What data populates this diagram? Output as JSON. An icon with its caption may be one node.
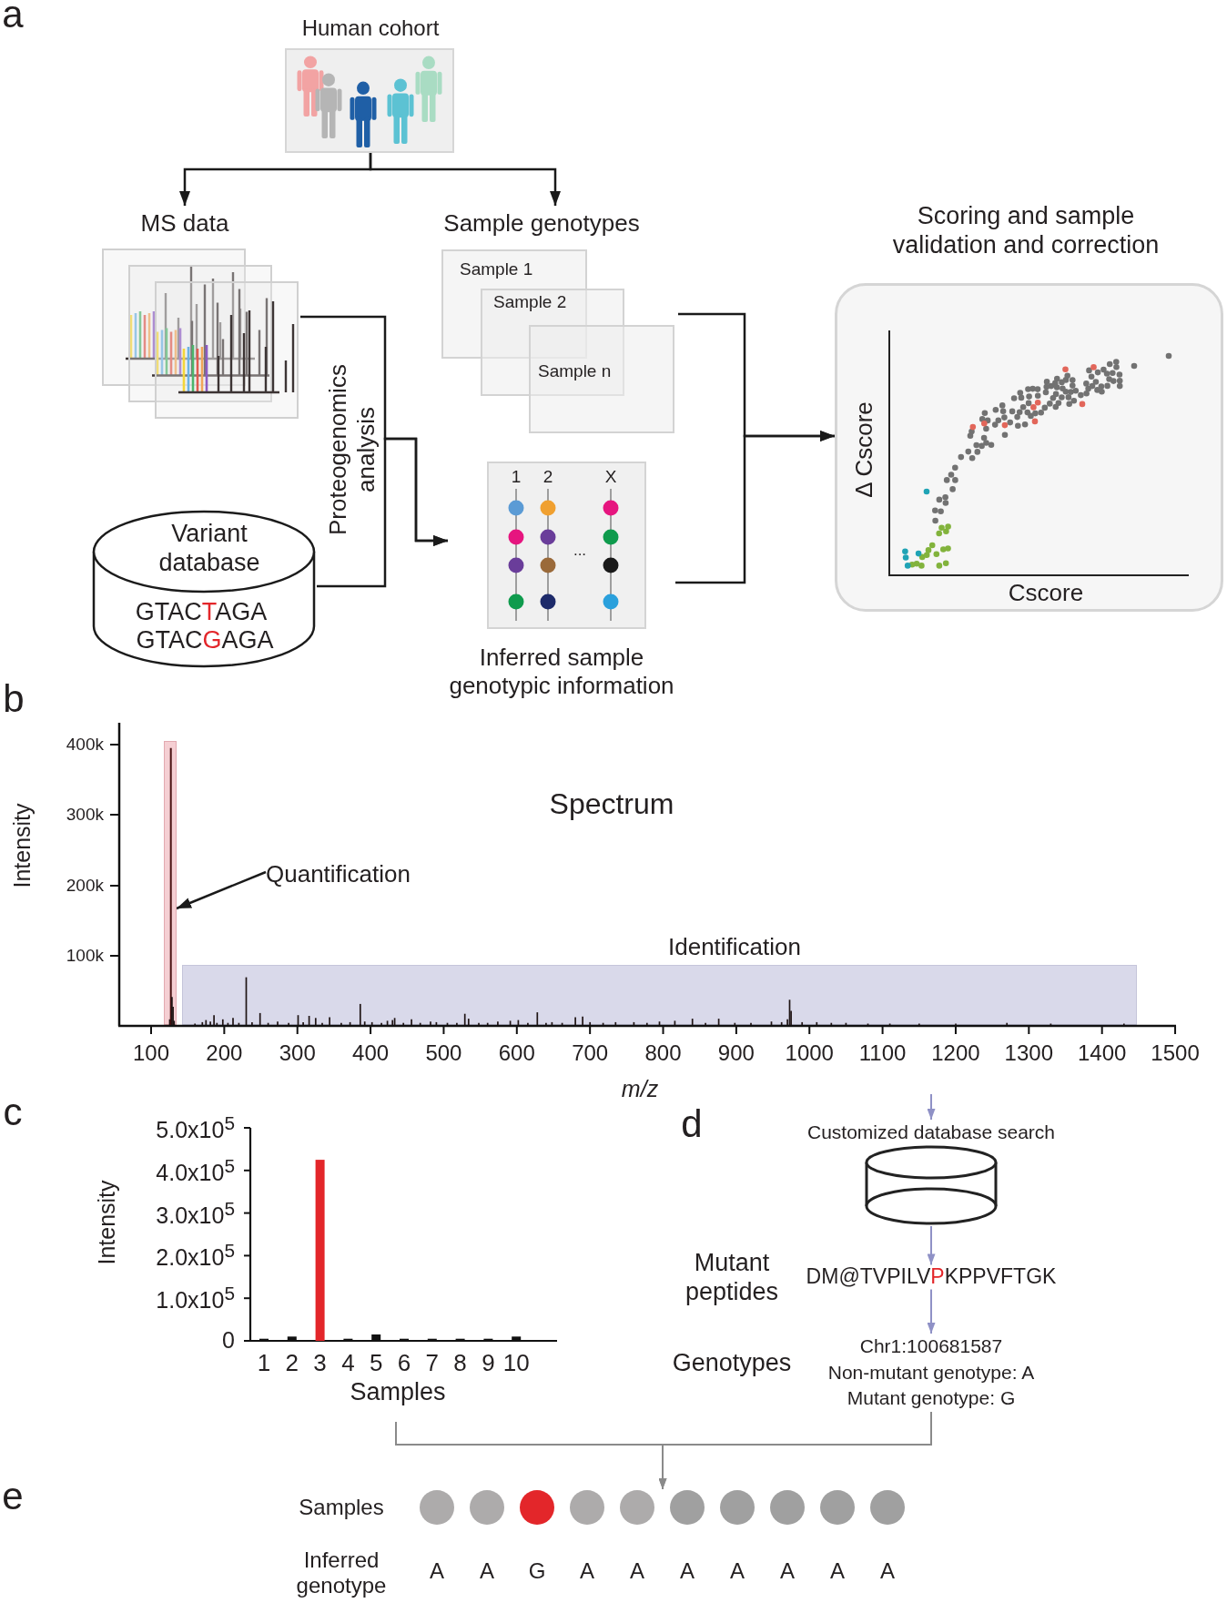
{
  "diagram": {
    "nodes": [
      {
        "text": [
          "Human cohort"
        ]
      },
      {
        "text": [
          "MS data"
        ]
      },
      {
        "text": [
          "Sample genotypes",
          "Sample 1",
          "Sample 2",
          "Sample n"
        ]
      },
      {
        "text": [
          "Variant database",
          "GTACTAGA",
          "GTACGAGA"
        ]
      },
      {
        "text": [
          "1",
          "2",
          "X",
          "...",
          "Inferred sample genotypic information"
        ]
      },
      {
        "text": [
          "Scoring and sample validation and correction",
          "Δ Cscore",
          "Cscore"
        ]
      },
      {
        "text": [],
        "shape": "bar"
      },
      {
        "text": [
          "Quantification"
        ]
      },
      {
        "text": [
          "Identification"
        ]
      },
      {
        "text": [
          "Customized database search"
        ]
      },
      {
        "text": [
          "DM@TVPILVPKPPVFTGK"
        ],
        "beside": [
          "Mutant peptides"
        ]
      },
      {
        "text": [
          "Chr1:100681587",
          "Non-mutant genotype: A",
          "Mutant genotype: G"
        ],
        "beside": [
          "Genotypes"
        ]
      },
      {
        "text": [
          "Samples"
        ]
      },
      {
        "text": [],
        "shape": "circle",
        "in": 12,
        "beside": [
          "A"
        ]
      },
      {
        "text": [],
        "shape": "circle",
        "in": 12,
        "beside": [
          "A"
        ]
      },
      {
        "text": [],
        "shape": "circle",
        "in": 12,
        "beside": [
          "G"
        ]
      },
      {
        "text": [],
        "shape": "circle",
        "in": 12,
        "beside": [
          "A"
        ]
      },
      {
        "text": [],
        "shape": "circle",
        "in": 12,
        "beside": [
          "A"
        ]
      },
      {
        "text": [],
        "shape": "circle",
        "in": 12,
        "beside": [
          "A"
        ]
      },
      {
        "text": [],
        "shape": "circle",
        "in": 12,
        "beside": [
          "A"
        ]
      },
      {
        "text": [],
        "shape": "circle",
        "in": 12,
        "beside": [
          "A"
        ]
      },
      {
        "text": [],
        "shape": "circle",
        "in": 12,
        "beside": [
          "A"
        ]
      },
      {
        "text": [],
        "shape": "circle",
        "in": 12,
        "beside": [
          "A"
        ]
      }
    ],
    "edges": [
      {
        "from": 0,
        "to": 1,
        "arrow": "to"
      },
      {
        "from": 0,
        "to": 2,
        "arrow": "to"
      },
      {
        "from": 1,
        "to": 4,
        "arrow": "to",
        "label": "Proteogenomics analysis"
      },
      {
        "from": 3,
        "to": 4,
        "arrow": "to"
      },
      {
        "from": 2,
        "to": 5,
        "arrow": "to"
      },
      {
        "from": 4,
        "to": 5,
        "arrow": "to"
      },
      {
        "from": 7,
        "to": 6,
        "arrow": "to"
      },
      {
        "from": null,
        "to": 9,
        "arrow": "to",
        "color": "#8f91c6"
      },
      {
        "from": 9,
        "to": 10,
        "arrow": "to",
        "color": "#8f91c6"
      },
      {
        "from": 10,
        "to": 11,
        "arrow": "to",
        "color": "#8f91c6"
      },
      {
        "from": null,
        "to": 12,
        "arrow": "to",
        "color": "#8a8a8a"
      },
      {
        "from": 11,
        "to": 12,
        "arrow": "to",
        "color": "#8a8a8a"
      }
    ],
    "labels": [
      "a",
      "b",
      "Intensity",
      "400k",
      "300k",
      "200k",
      "100k",
      "Spectrum",
      "100",
      "200",
      "300",
      "400",
      "500",
      "600",
      "700",
      "800",
      "900",
      "1000",
      "1100",
      "1200",
      "1300",
      "1400",
      "1500",
      "m/z",
      "c",
      "d",
      "e",
      "Inferred genotype"
    ],
    "chart_data": {
      "type": "bar",
      "xlabel": "Samples",
      "ylabel": "Intensity",
      "categories": [
        "1",
        "2",
        "3",
        "4",
        "5",
        "6",
        "7",
        "8",
        "9",
        "10"
      ],
      "values": [
        5000,
        10000,
        425000,
        5000,
        15000,
        5000,
        5000,
        5000,
        5000,
        10000
      ],
      "ylim": [
        0,
        500000
      ],
      "yticks": [
        {
          "value": 0,
          "label": "0"
        },
        {
          "value": 100000,
          "label": "1.0x10$^{5}$"
        },
        {
          "value": 200000,
          "label": "2.0x10$^{5}$"
        },
        {
          "value": 300000,
          "label": "3.0x10$^{5}$"
        },
        {
          "value": 400000,
          "label": "4.0x10$^{5}$"
        },
        {
          "value": 500000,
          "label": "5.0x10$^{5}$"
        }
      ]
    }
  }
}
